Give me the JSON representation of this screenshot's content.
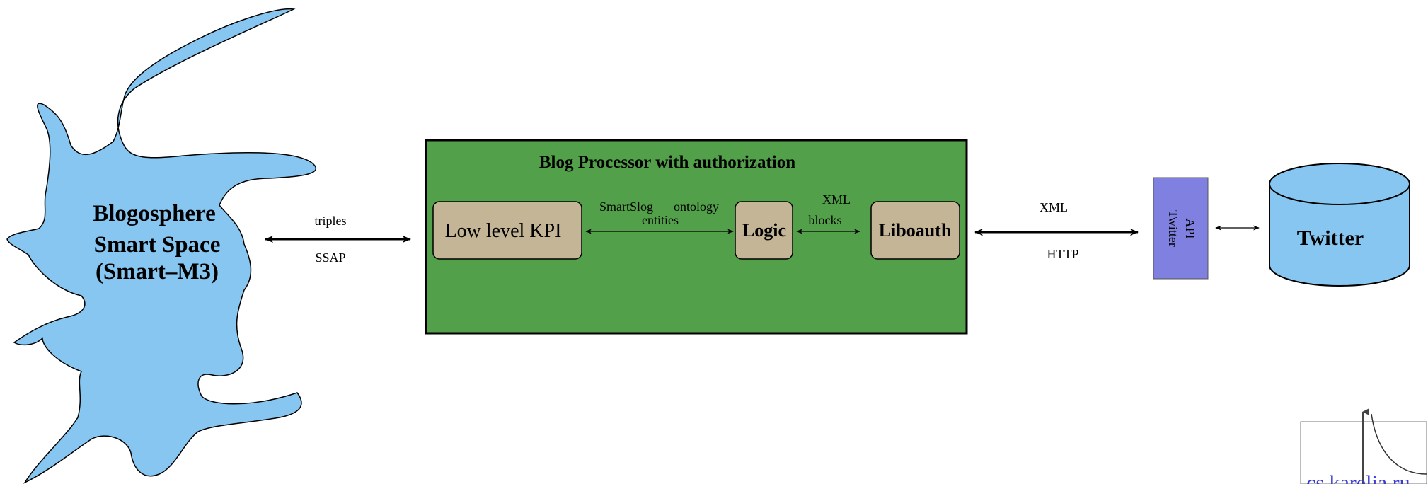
{
  "colors": {
    "blob_fill": "#87C6F0",
    "processor_fill": "#52A049",
    "module_fill": "#C4B596",
    "api_fill": "#8080E0",
    "cylinder_fill": "#87C6F0",
    "logo_text": "#3a3ad0"
  },
  "smart_space": {
    "line1": "Blogosphere",
    "line2": "Smart Space",
    "line3": "(Smart–M3)"
  },
  "link_ssap": {
    "top": "triples",
    "bottom": "SSAP"
  },
  "processor": {
    "title": "Blog Processor with authorization",
    "kpi_label": "Low level KPI",
    "kpi_link_top_left": "SmartSlog",
    "kpi_link_top_right": "ontology",
    "kpi_link_bottom": "entities",
    "logic_label": "Logic",
    "logic_link_top": "XML",
    "logic_link_bottom": "blocks",
    "liboauth_label": "Liboauth"
  },
  "link_http": {
    "top": "XML",
    "bottom": "HTTP"
  },
  "api": {
    "line1": "API",
    "line2": "Twitter"
  },
  "twitter": {
    "label": "Twitter"
  },
  "logo": {
    "text": "cs.karelia.ru"
  }
}
